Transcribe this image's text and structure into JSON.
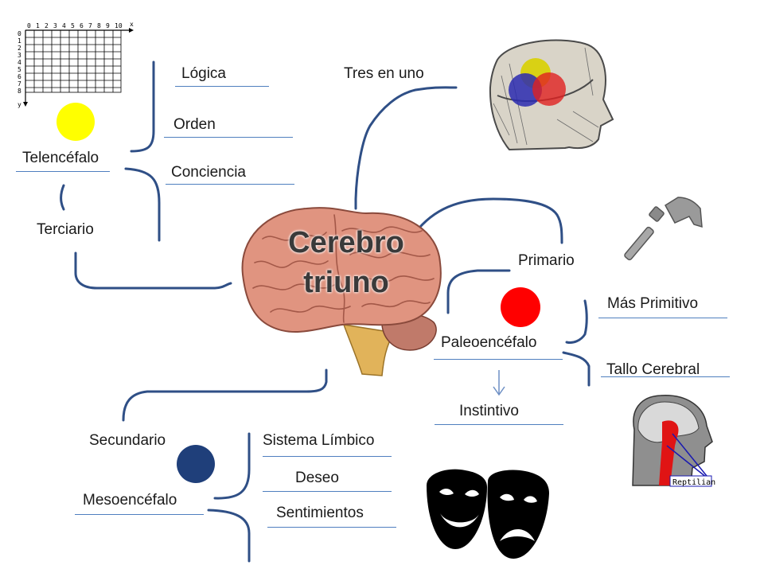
{
  "title_line1": "Cerebro",
  "title_line2": "triuno",
  "colors": {
    "connector": "#2f4f86",
    "underline": "#4f7fbf",
    "yellow": "#ffff00",
    "red": "#ff0000",
    "navy": "#1f3f7a"
  },
  "graph": {
    "axis_x_label": "x",
    "axis_y_label": "y",
    "x_ticks": [
      "0",
      "1",
      "2",
      "3",
      "4",
      "5",
      "6",
      "7",
      "8",
      "9",
      "10"
    ],
    "y_ticks": [
      "0",
      "1",
      "2",
      "3",
      "4",
      "5",
      "6",
      "7",
      "8"
    ]
  },
  "telencefalo": {
    "name": "Telencéfalo",
    "level": "Terciario",
    "traits": [
      "Lógica",
      "Orden",
      "Conciencia"
    ]
  },
  "tres_en_uno": "Tres en uno",
  "paleoencefalo": {
    "name": "Paleoencéfalo",
    "level": "Primario",
    "traits": [
      "Más Primitivo",
      "Tallo Cerebral"
    ],
    "result": "Instintivo"
  },
  "mesoencefalo": {
    "name": "Mesoencéfalo",
    "level": "Secundario",
    "traits": [
      "Sistema Límbico",
      "Deseo",
      "Sentimientos"
    ]
  },
  "reptilian_tag": "Reptilian",
  "icons": [
    "graph-grid-icon",
    "brain-illustration",
    "head-venn-icon",
    "hammer-icon",
    "head-brainstem-icon",
    "theater-masks-icon",
    "down-arrow-icon"
  ]
}
